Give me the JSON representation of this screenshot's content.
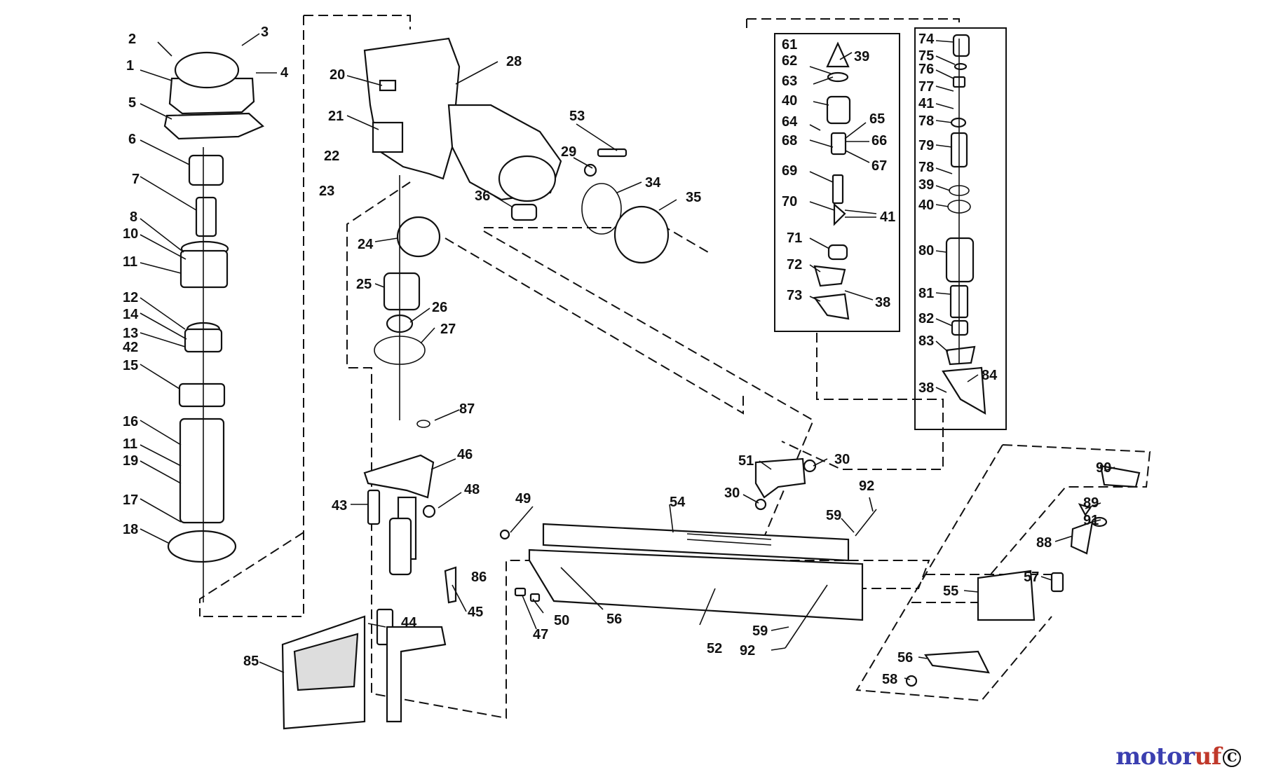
{
  "diagram": {
    "labels": [
      {
        "id": "l1",
        "text": "1"
      },
      {
        "id": "l2",
        "text": "2"
      },
      {
        "id": "l3",
        "text": "3"
      },
      {
        "id": "l4",
        "text": "4"
      },
      {
        "id": "l5",
        "text": "5"
      },
      {
        "id": "l6",
        "text": "6"
      },
      {
        "id": "l7",
        "text": "7"
      },
      {
        "id": "l8",
        "text": "8"
      },
      {
        "id": "l10",
        "text": "10"
      },
      {
        "id": "l11a",
        "text": "11"
      },
      {
        "id": "l12",
        "text": "12"
      },
      {
        "id": "l14",
        "text": "14"
      },
      {
        "id": "l13",
        "text": "13"
      },
      {
        "id": "l42",
        "text": "42"
      },
      {
        "id": "l15",
        "text": "15"
      },
      {
        "id": "l16",
        "text": "16"
      },
      {
        "id": "l11b",
        "text": "11"
      },
      {
        "id": "l19",
        "text": "19"
      },
      {
        "id": "l17",
        "text": "17"
      },
      {
        "id": "l18",
        "text": "18"
      },
      {
        "id": "l20",
        "text": "20"
      },
      {
        "id": "l21",
        "text": "21"
      },
      {
        "id": "l22",
        "text": "22"
      },
      {
        "id": "l23",
        "text": "23"
      },
      {
        "id": "l28",
        "text": "28"
      },
      {
        "id": "l24",
        "text": "24"
      },
      {
        "id": "l25",
        "text": "25"
      },
      {
        "id": "l26",
        "text": "26"
      },
      {
        "id": "l27",
        "text": "27"
      },
      {
        "id": "l53",
        "text": "53"
      },
      {
        "id": "l29",
        "text": "29"
      },
      {
        "id": "l34",
        "text": "34"
      },
      {
        "id": "l35",
        "text": "35"
      },
      {
        "id": "l36",
        "text": "36"
      },
      {
        "id": "l87",
        "text": "87"
      },
      {
        "id": "l46",
        "text": "46"
      },
      {
        "id": "l48",
        "text": "48"
      },
      {
        "id": "l43",
        "text": "43"
      },
      {
        "id": "l49",
        "text": "49"
      },
      {
        "id": "l54",
        "text": "54"
      },
      {
        "id": "l86",
        "text": "86"
      },
      {
        "id": "l45",
        "text": "45"
      },
      {
        "id": "l44",
        "text": "44"
      },
      {
        "id": "l85",
        "text": "85"
      },
      {
        "id": "l47",
        "text": "47"
      },
      {
        "id": "l50",
        "text": "50"
      },
      {
        "id": "l56a",
        "text": "56"
      },
      {
        "id": "l52",
        "text": "52"
      },
      {
        "id": "l59a",
        "text": "59"
      },
      {
        "id": "l92a",
        "text": "92"
      },
      {
        "id": "l51",
        "text": "51"
      },
      {
        "id": "l30a",
        "text": "30"
      },
      {
        "id": "l30b",
        "text": "30"
      },
      {
        "id": "l92b",
        "text": "92"
      },
      {
        "id": "l59b",
        "text": "59"
      },
      {
        "id": "l61",
        "text": "61"
      },
      {
        "id": "l39a",
        "text": "39"
      },
      {
        "id": "l62",
        "text": "62"
      },
      {
        "id": "l63",
        "text": "63"
      },
      {
        "id": "l40a",
        "text": "40"
      },
      {
        "id": "l65",
        "text": "65"
      },
      {
        "id": "l64",
        "text": "64"
      },
      {
        "id": "l66",
        "text": "66"
      },
      {
        "id": "l68",
        "text": "68"
      },
      {
        "id": "l67",
        "text": "67"
      },
      {
        "id": "l69",
        "text": "69"
      },
      {
        "id": "l70",
        "text": "70"
      },
      {
        "id": "l41a",
        "text": "41"
      },
      {
        "id": "l71",
        "text": "71"
      },
      {
        "id": "l72",
        "text": "72"
      },
      {
        "id": "l73",
        "text": "73"
      },
      {
        "id": "l38a",
        "text": "38"
      },
      {
        "id": "l74",
        "text": "74"
      },
      {
        "id": "l75",
        "text": "75"
      },
      {
        "id": "l76",
        "text": "76"
      },
      {
        "id": "l77",
        "text": "77"
      },
      {
        "id": "l41b",
        "text": "41"
      },
      {
        "id": "l78a",
        "text": "78"
      },
      {
        "id": "l79",
        "text": "79"
      },
      {
        "id": "l78b",
        "text": "78"
      },
      {
        "id": "l39b",
        "text": "39"
      },
      {
        "id": "l40b",
        "text": "40"
      },
      {
        "id": "l80",
        "text": "80"
      },
      {
        "id": "l81",
        "text": "81"
      },
      {
        "id": "l82",
        "text": "82"
      },
      {
        "id": "l83",
        "text": "83"
      },
      {
        "id": "l84",
        "text": "84"
      },
      {
        "id": "l38b",
        "text": "38"
      },
      {
        "id": "l90",
        "text": "90"
      },
      {
        "id": "l89",
        "text": "89"
      },
      {
        "id": "l91",
        "text": "91"
      },
      {
        "id": "l88",
        "text": "88"
      },
      {
        "id": "l57",
        "text": "57"
      },
      {
        "id": "l55",
        "text": "55"
      },
      {
        "id": "l56b",
        "text": "56"
      },
      {
        "id": "l58",
        "text": "58"
      }
    ]
  },
  "watermark": {
    "brand_primary": "motor",
    "brand_accent": "uf",
    "badge": "C"
  },
  "colors": {
    "line": "#111111",
    "brand_blue": "#3b3fb0",
    "brand_red": "#c0392b"
  }
}
